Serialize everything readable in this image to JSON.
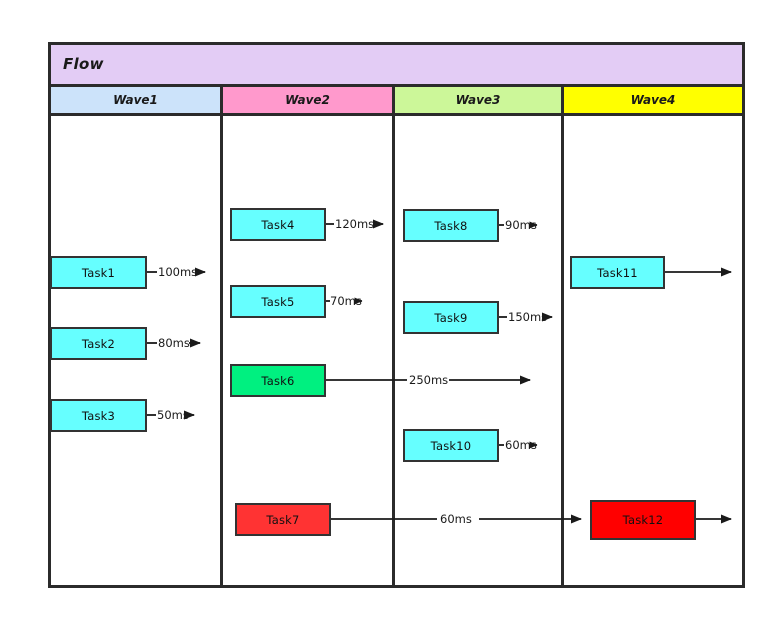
{
  "diagram": {
    "title": "Flow",
    "title_bg": "#e3ccf5",
    "frame_border": "#2b2b2b",
    "lanes": [
      {
        "label": "Wave1",
        "color": "#cce3fa"
      },
      {
        "label": "Wave2",
        "color": "#ff99cc"
      },
      {
        "label": "Wave3",
        "color": "#ccf799"
      },
      {
        "label": "Wave4",
        "color": "#ffff00"
      }
    ],
    "tasks": [
      {
        "id": "task1",
        "label": "Task1",
        "lane": "Wave1",
        "color": "#66ffff"
      },
      {
        "id": "task2",
        "label": "Task2",
        "lane": "Wave1",
        "color": "#66ffff"
      },
      {
        "id": "task3",
        "label": "Task3",
        "lane": "Wave1",
        "color": "#66ffff"
      },
      {
        "id": "task4",
        "label": "Task4",
        "lane": "Wave2",
        "color": "#66ffff"
      },
      {
        "id": "task5",
        "label": "Task5",
        "lane": "Wave2",
        "color": "#66ffff"
      },
      {
        "id": "task6",
        "label": "Task6",
        "lane": "Wave2",
        "color": "#00f080"
      },
      {
        "id": "task7",
        "label": "Task7",
        "lane": "Wave2",
        "color": "#ff3333"
      },
      {
        "id": "task8",
        "label": "Task8",
        "lane": "Wave3",
        "color": "#66ffff"
      },
      {
        "id": "task9",
        "label": "Task9",
        "lane": "Wave3",
        "color": "#66ffff"
      },
      {
        "id": "task10",
        "label": "Task10",
        "lane": "Wave3",
        "color": "#66ffff"
      },
      {
        "id": "task11",
        "label": "Task11",
        "lane": "Wave4",
        "color": "#66ffff"
      },
      {
        "id": "task12",
        "label": "Task12",
        "lane": "Wave4",
        "color": "#ff0000"
      }
    ],
    "edges": [
      {
        "id": "e1",
        "from": "task1",
        "label": "100ms"
      },
      {
        "id": "e2",
        "from": "task2",
        "label": "80ms"
      },
      {
        "id": "e3",
        "from": "task3",
        "label": "50ms"
      },
      {
        "id": "e4",
        "from": "task4",
        "label": "120ms"
      },
      {
        "id": "e5",
        "from": "task5",
        "label": "70ms"
      },
      {
        "id": "e6",
        "from": "task6",
        "label": "250ms"
      },
      {
        "id": "e7",
        "from": "task7",
        "label": "60ms",
        "to": "task12"
      },
      {
        "id": "e8",
        "from": "task8",
        "label": "90ms"
      },
      {
        "id": "e9",
        "from": "task9",
        "label": "150ms"
      },
      {
        "id": "e10",
        "from": "task10",
        "label": "60ms"
      },
      {
        "id": "e11",
        "from": "task11",
        "label": ""
      },
      {
        "id": "e12",
        "from": "task12",
        "label": ""
      }
    ]
  }
}
